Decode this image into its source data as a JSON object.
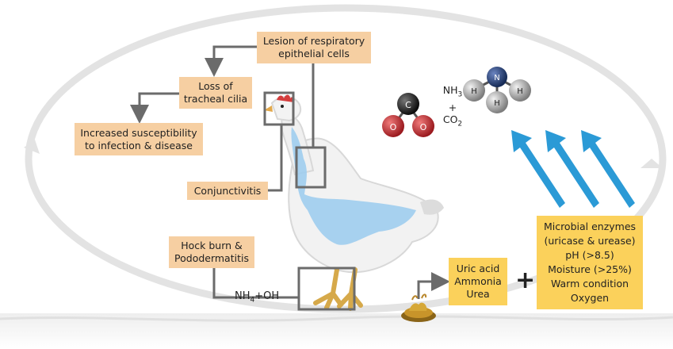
{
  "boxes": {
    "lesion": [
      "Lesion of respiratory",
      "epithelial cells"
    ],
    "cilia": [
      "Loss of",
      "tracheal cilia"
    ],
    "susceptibility": [
      "Increased susceptibility",
      "to infection & disease"
    ],
    "conjunctivitis": "Conjunctivitis",
    "hock": [
      "Hock burn  &",
      "Pododermatitis"
    ],
    "nitrogen": [
      "Uric acid",
      "Ammonia",
      "Urea"
    ],
    "conditions": [
      "Microbial enzymes",
      "(uricase & urease)",
      "pH (>8.5)",
      "Moisture (>25%)",
      "Warm condition",
      "Oxygen"
    ]
  },
  "chem": {
    "nh4": "NH",
    "nh4_sub": "4",
    "oh": "+OH",
    "nh3": "NH",
    "nh3_sub": "3",
    "plus": "+",
    "co2": "CO",
    "co2_sub": "2",
    "operator": "+"
  },
  "atoms": {
    "carbon": "C",
    "oxygen_1": "O",
    "oxygen_2": "O",
    "nitrogen": "N",
    "hydrogen_1": "H",
    "hydrogen_2": "H",
    "hydrogen_3": "H"
  },
  "colors": {
    "peach_box": "#f6cfa2",
    "yellow_box": "#fbd15b",
    "arrow_blue": "#2b9ad6",
    "connector_gray": "#6b6b6b",
    "oxygen_red": "#c0272d",
    "nitrogen_navy": "#1f3a6e",
    "carbon_black": "#1a1a1a",
    "hydrogen_gray": "#9a9a9a"
  }
}
